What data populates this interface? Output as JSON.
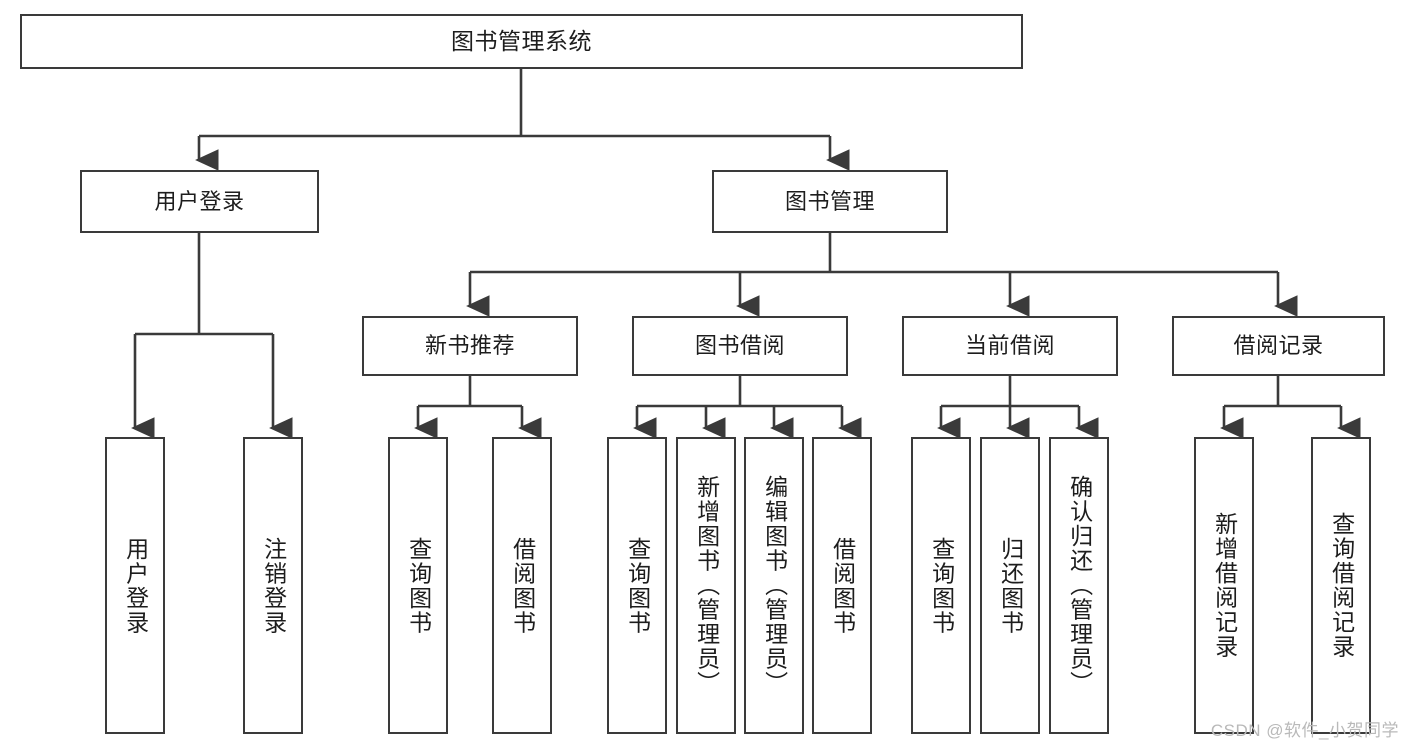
{
  "diagram": {
    "title": "图书管理系统",
    "type": "tree-hierarchy",
    "watermark": "CSDN @软件_小贺同学",
    "colors": {
      "background": "#ffffff",
      "box_border": "#3a3a3a",
      "box_fill": "#ffffff",
      "text": "#1d1d1d",
      "edge": "#3a3a3a",
      "watermark": "#b9b9b9"
    },
    "nodes": {
      "root": {
        "label": "图书管理系统"
      },
      "level1": [
        {
          "id": "user-login",
          "label": "用户登录"
        },
        {
          "id": "book-manage",
          "label": "图书管理"
        }
      ],
      "level2": [
        {
          "id": "new-book-recommend",
          "label": "新书推荐"
        },
        {
          "id": "book-borrow",
          "label": "图书借阅"
        },
        {
          "id": "current-borrow",
          "label": "当前借阅"
        },
        {
          "id": "borrow-record",
          "label": "借阅记录"
        }
      ],
      "leaves": {
        "user_login": [
          {
            "id": "leaf-user-login",
            "label": "用户登录"
          },
          {
            "id": "leaf-logout-login",
            "label": "注销登录"
          }
        ],
        "new_book_recommend": [
          {
            "id": "leaf-query-book-1",
            "label": "查询图书"
          },
          {
            "id": "leaf-borrow-book-1",
            "label": "借阅图书"
          }
        ],
        "book_borrow": [
          {
            "id": "leaf-query-book-2",
            "label": "查询图书"
          },
          {
            "id": "leaf-add-book",
            "label": "新增图书（管理员）"
          },
          {
            "id": "leaf-edit-book",
            "label": "编辑图书（管理员）"
          },
          {
            "id": "leaf-borrow-book-2",
            "label": "借阅图书"
          }
        ],
        "current_borrow": [
          {
            "id": "leaf-query-book-3",
            "label": "查询图书"
          },
          {
            "id": "leaf-return-book",
            "label": "归还图书"
          },
          {
            "id": "leaf-confirm-return",
            "label": "确认归还（管理员）"
          }
        ],
        "borrow_record": [
          {
            "id": "leaf-add-record",
            "label": "新增借阅记录"
          },
          {
            "id": "leaf-query-record",
            "label": "查询借阅记录"
          }
        ]
      }
    }
  }
}
